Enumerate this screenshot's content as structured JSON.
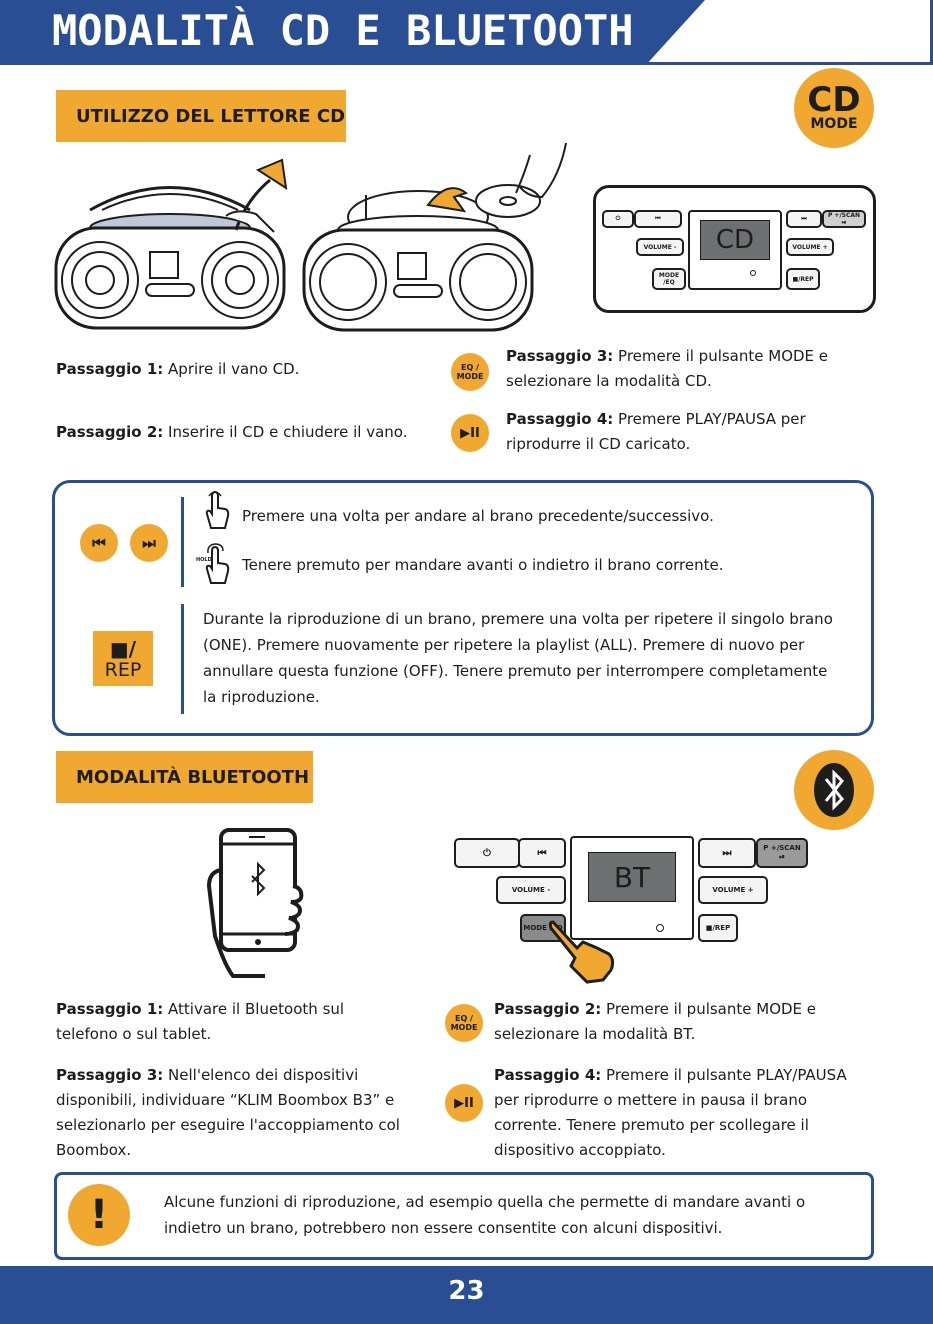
{
  "header": {
    "title": "MODALITÀ CD E BLUETOOTH"
  },
  "cd_section": {
    "label": "UTILIZZO DEL LETTORE CD",
    "badge_big": "CD",
    "badge_small": "MODE",
    "panel_display": "CD",
    "panel_buttons": {
      "power": "⏻",
      "prev": "⏮",
      "next": "⏭",
      "pscan": "P +/SCAN",
      "pscan_play": "⏯",
      "vol_minus": "VOLUME -",
      "vol_plus": "VOLUME +",
      "mode_eq": "MODE /EQ",
      "rep": "■/REP"
    },
    "steps": [
      {
        "label": "Passaggio 1:",
        "text": " Aprire il vano CD."
      },
      {
        "label": "Passaggio 2:",
        "text": " Inserire il CD e chiudere il vano."
      },
      {
        "label": "Passaggio 3:",
        "text": " Premere il pulsante MODE e selezionare la modalità CD."
      },
      {
        "label": "Passaggio 4:",
        "text": " Premere PLAY/PAUSA per riprodurre il CD caricato."
      }
    ],
    "eq_badge": "EQ / MODE",
    "play_badge": "▶II"
  },
  "info_box": {
    "prev_icon": "⏮",
    "next_icon": "⏭",
    "press_once": "Premere una volta per andare al brano precedente/successivo.",
    "hold_label": "HOLD",
    "press_hold": "Tenere premuto per mandare avanti o indietro il brano corrente.",
    "rep_top": "■/",
    "rep_bottom": "REP",
    "rep_text": "Durante la riproduzione di un brano, premere una volta per ripetere il singolo brano (ONE). Premere nuovamente per ripetere la playlist (ALL). Premere di nuovo per annullare questa funzione (OFF). Tenere premuto per interrompere completamente la riproduzione."
  },
  "bt_section": {
    "label": "MODALITÀ BLUETOOTH",
    "panel_display": "BT",
    "panel_buttons": {
      "power": "⏻",
      "prev": "⏮",
      "next": "⏭",
      "pscan": "P +/SCAN",
      "pscan_play": "⏯",
      "vol_minus": "VOLUME -",
      "vol_plus": "VOLUME +",
      "mode_eq": "MODE /EQ",
      "rep": "■/REP"
    },
    "steps": [
      {
        "label": "Passaggio 1:",
        "text": " Attivare il Bluetooth sul telefono o sul tablet."
      },
      {
        "label": "Passaggio 3:",
        "text": " Nell'elenco dei dispositivi disponibili, individuare “KLIM Boombox B3” e selezionarlo per eseguire l'accoppiamento col Boombox."
      },
      {
        "label": "Passaggio 2:",
        "text": " Premere il pulsante MODE e selezionare la modalità BT."
      },
      {
        "label": "Passaggio 4:",
        "text": " Premere il pulsante PLAY/PAUSA per riprodurre o mettere in pausa il brano corrente. Tenere premuto per scollegare il dispositivo accoppiato."
      }
    ],
    "eq_badge": "EQ / MODE",
    "play_badge": "▶II"
  },
  "warning": {
    "icon": "!",
    "text": "Alcune funzioni di riproduzione, ad esempio quella che permette di mandare avanti o indietro un brano, potrebbero non essere consentite con alcuni dispositivi."
  },
  "footer": {
    "page_number": "23"
  },
  "colors": {
    "brand_blue": "#2a4e93",
    "accent_orange": "#f0a830"
  }
}
